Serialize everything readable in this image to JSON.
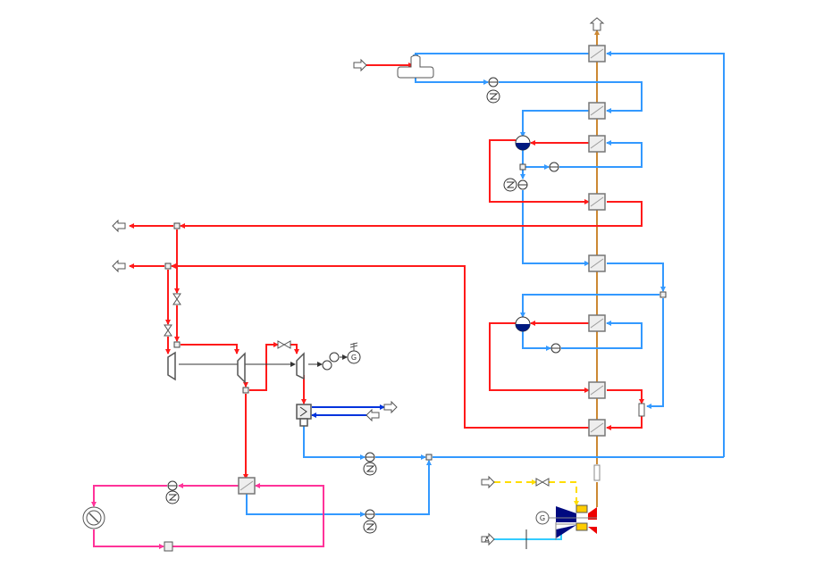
{
  "diagram": {
    "type": "process-flow-diagram",
    "colors": {
      "live_steam": "#ff1a1a",
      "feedwater": "#3399ff",
      "cooling_water": "#0033dd",
      "flue_gas": "#cc8833",
      "fuel": "#ffdd00",
      "air": "#33ccff",
      "closed_loop": "#ff3399",
      "shaft": "#333333",
      "drum_water": "#001a80"
    },
    "icons": {
      "air_inlet_letter": "A",
      "generator_letter": "G",
      "gas_generator_letter": "G"
    }
  }
}
